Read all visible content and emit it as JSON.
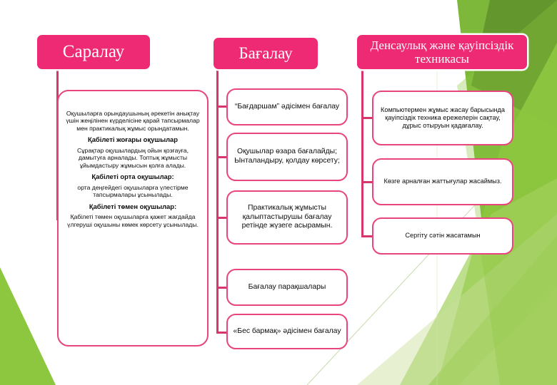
{
  "slide": {
    "background": {
      "accent_green_light": "#8DC63F",
      "accent_green_mid": "#7DB83A",
      "accent_green_dark": "#5E8F2B",
      "accent_green_pale": "#C9E09A",
      "page_background": "#FFFFFF"
    },
    "accent_pink": "#ED2A73",
    "border_pink": "#E8457E"
  },
  "columns": [
    {
      "id": "saralau",
      "header": "Саралау",
      "nodes": [
        {
          "id": "saralau-detail",
          "paragraphs": [
            {
              "bold": false,
              "text": "Оқушыларға орындаушының әрекетін анықтау үшін жеңілінен күрделісіне қарай тапсырмалар мен практикалық жұмыс орындатамын."
            },
            {
              "bold": true,
              "text": "Қабілеті жоғары оқушылар"
            },
            {
              "bold": false,
              "text": "Сұрақтар оқушылардың ойын қозғауға, дамытуға арналады. Топтық жұмысты ұйымдастыру жұмысын қолға алады."
            },
            {
              "bold": true,
              "text": "Қабілеті орта оқушылар:"
            },
            {
              "bold": false,
              "text": "орта деңгейдегі оқушыларға үлестірме тапсырмалары ұсынылады."
            },
            {
              "bold": true,
              "text": "Қабілеті төмен оқушылар:"
            },
            {
              "bold": false,
              "text": "Қабілеті төмен оқушыларға қажет жағдайда үлгеруші оқушыны көмек көрсету ұсынылады."
            }
          ]
        }
      ]
    },
    {
      "id": "bagalau",
      "header": "Бағалау",
      "nodes": [
        {
          "id": "bagalau-1",
          "text": "“Бағдаршам” әдісімен бағалау"
        },
        {
          "id": "bagalau-2",
          "text": "Оқушылар өзара бағалайды; Ынталандыру, қолдау көрсету;"
        },
        {
          "id": "bagalau-3",
          "text": "Практикалық жұмысты қалыптастырушы бағалау ретінде жүзеге асырамын."
        },
        {
          "id": "bagalau-4",
          "text": "Бағалау парақшалары"
        },
        {
          "id": "bagalau-5",
          "text": "«Бес бармақ» әдісімен бағалау"
        }
      ]
    },
    {
      "id": "densaulyq",
      "header": "Денсаулық және қауіпсіздік техникасы",
      "nodes": [
        {
          "id": "densaulyq-1",
          "text": "Компьютермен жұмыс жасау барысында қауіпсіздік техника ережелерін сақтау, дұрыс отыруын қадағалау."
        },
        {
          "id": "densaulyq-2",
          "text": "Көзге арналған жаттығулар жасаймыз."
        },
        {
          "id": "densaulyq-3",
          "text": "Сергіту сәтін жасатамын"
        }
      ]
    }
  ]
}
